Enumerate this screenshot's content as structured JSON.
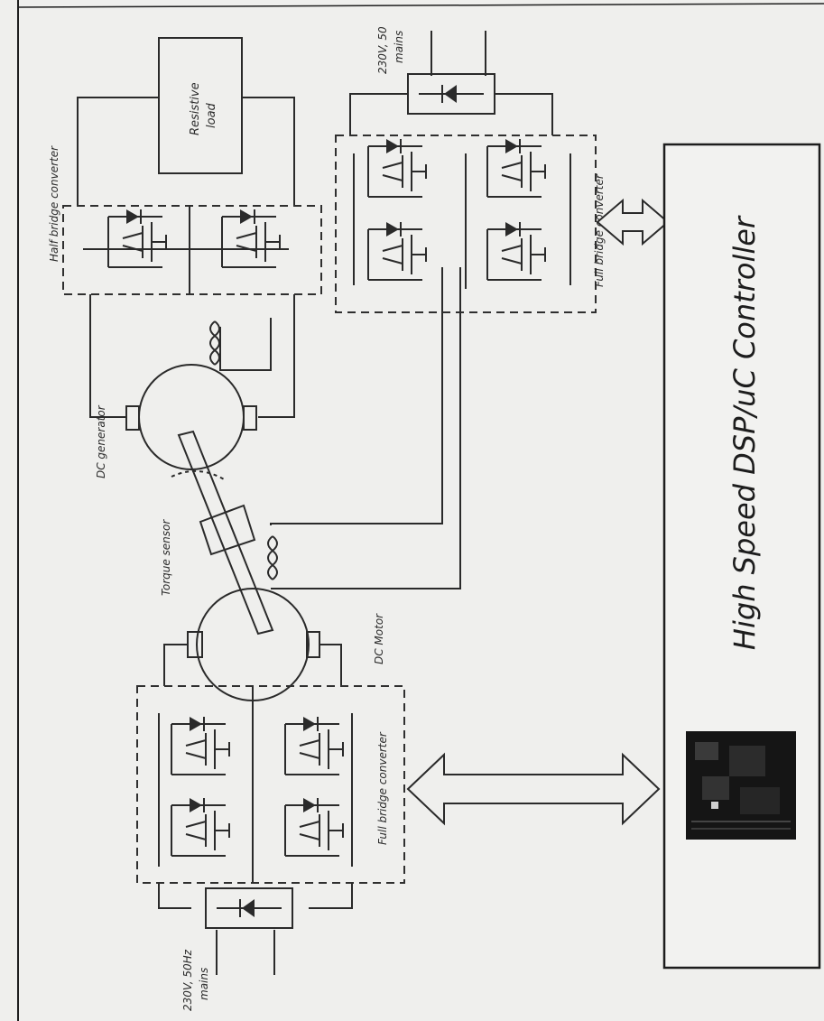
{
  "labels": {
    "half_bridge": "Half bridge converter",
    "resistive_load_1": "Resistive",
    "resistive_load_2": "load",
    "mains_top_1": "230V, 50",
    "mains_top_2": "mains",
    "full_bridge_top": "Full bridge converter",
    "dc_generator": "DC generator",
    "torque_sensor": "Torque sensor",
    "dc_motor": "DC Motor",
    "full_bridge_bottom": "Full bridge converter",
    "mains_bottom_1": "230V, 50Hz",
    "mains_bottom_2": "mains",
    "controller": "High Speed DSP/uC Controller"
  },
  "colors": {
    "paper": "#efefed",
    "ink": "#2a2a2a",
    "board": "#151515"
  },
  "icons": {
    "igbt": "igbt-with-diode-icon",
    "rectifier": "diode-bridge-icon",
    "field_coil": "field-winding-coil-icon",
    "bus": "bidirectional-arrow-icon"
  }
}
